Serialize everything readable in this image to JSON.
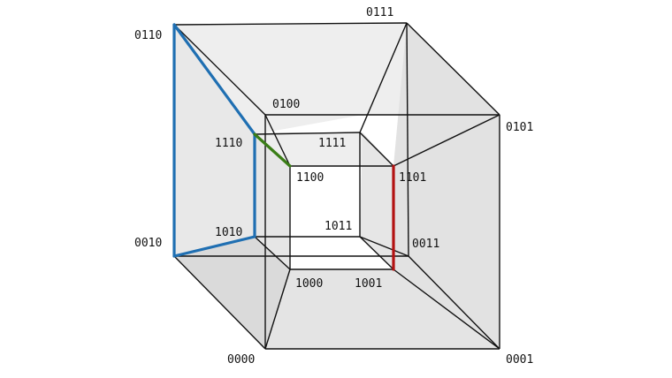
{
  "diagram": {
    "vertices": [
      {
        "id": "0110",
        "label": "0110"
      },
      {
        "id": "0111",
        "label": "0111"
      },
      {
        "id": "0101",
        "label": "0101"
      },
      {
        "id": "0100",
        "label": "0100"
      },
      {
        "id": "1110",
        "label": "1110"
      },
      {
        "id": "1111",
        "label": "1111"
      },
      {
        "id": "1100",
        "label": "1100"
      },
      {
        "id": "1101",
        "label": "1101"
      },
      {
        "id": "1011",
        "label": "1011"
      },
      {
        "id": "1010",
        "label": "1010"
      },
      {
        "id": "0010",
        "label": "0010"
      },
      {
        "id": "0011",
        "label": "0011"
      },
      {
        "id": "1000",
        "label": "1000"
      },
      {
        "id": "1001",
        "label": "1001"
      },
      {
        "id": "0000",
        "label": "0000"
      },
      {
        "id": "0001",
        "label": "0001"
      }
    ],
    "highlighted_edges": [
      {
        "from": "0110",
        "to": "1110",
        "color": "#1f6fb2"
      },
      {
        "from": "0110",
        "to": "0010",
        "color": "#1f6fb2"
      },
      {
        "from": "1110",
        "to": "1010",
        "color": "#1f6fb2"
      },
      {
        "from": "0010",
        "to": "1010",
        "color": "#1f6fb2"
      },
      {
        "from": "1110",
        "to": "1100",
        "color": "#3a7d16"
      },
      {
        "from": "1101",
        "to": "1001",
        "color": "#b31212"
      }
    ],
    "colors": {
      "edge": "#111111",
      "face_light": "#eeeeee",
      "face_mid": "#e2e2e2",
      "face_dark": "#d6d6d6",
      "inner_face": "#e6e6e6",
      "background": "#ffffff"
    }
  }
}
